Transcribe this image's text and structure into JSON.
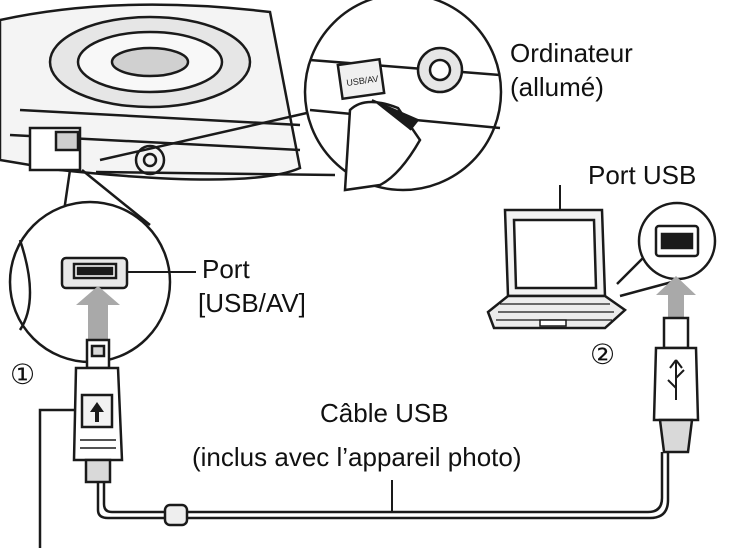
{
  "labels": {
    "computer_line1": "Ordinateur",
    "computer_line2": "(allumé)",
    "usb_port": "Port USB",
    "camera_port_line1": "Port",
    "camera_port_line2": "[USB/AV]",
    "step1": "①",
    "step2": "②",
    "cable_line1": "Câble USB",
    "cable_line2": "(inclus avec l’appareil photo)",
    "terminal_cover": "USB/AV"
  },
  "colors": {
    "ink": "#1a1a1a",
    "arrow_gray": "#a9a9a9",
    "fill_light": "#f2f2f2",
    "fill_mid": "#d9d9d9"
  }
}
